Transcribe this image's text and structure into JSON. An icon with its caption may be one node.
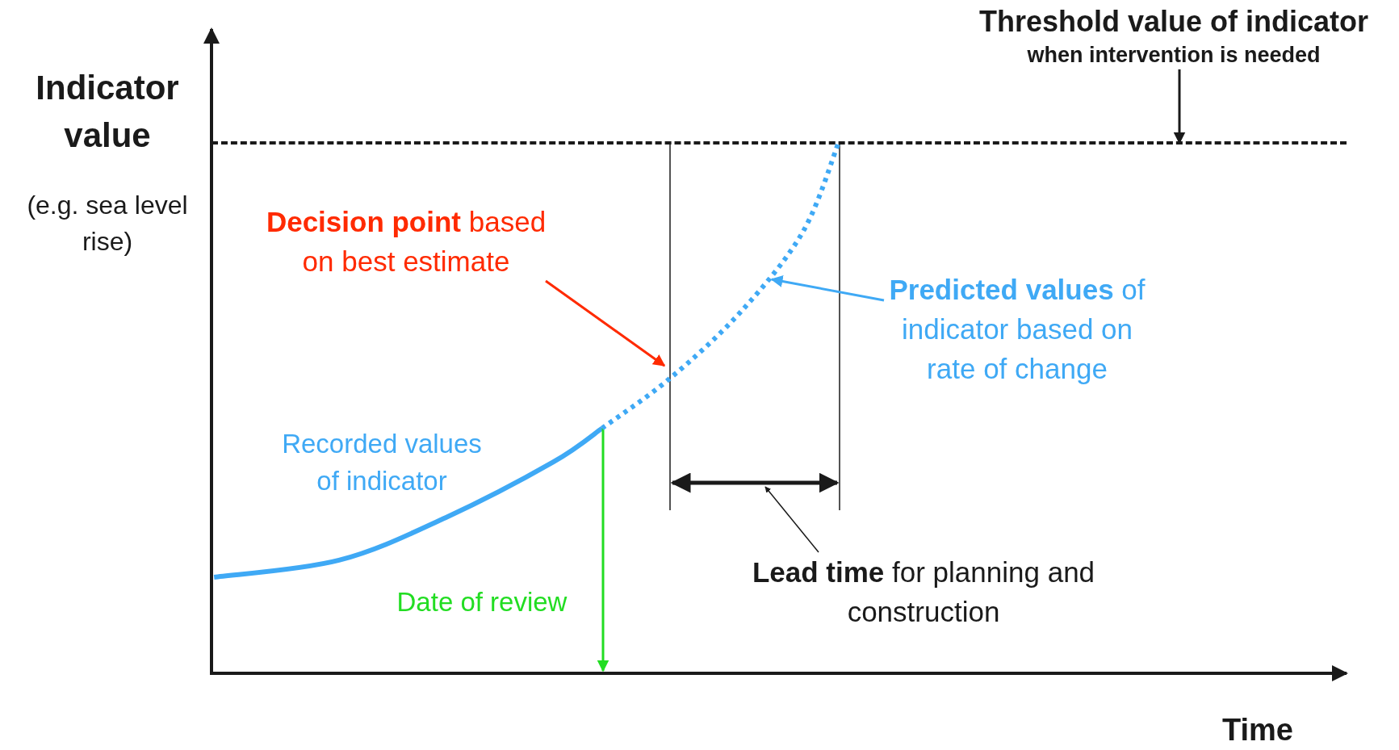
{
  "diagram": {
    "nodes": [
      {
        "text": [
          "Threshold value of indicator",
          "when intervention is needed"
        ]
      },
      {
        "text": [],
        "shape": "line"
      },
      {
        "text": [
          "**Decision point** based on best estimate"
        ]
      },
      {
        "text": [
          "**Predicted values** of indicator based on rate of change"
        ]
      },
      {
        "text": [
          "**Lead time** for planning and construction"
        ]
      },
      {
        "text": [],
        "shape": "line"
      }
    ],
    "edges": [
      {
        "from": 0,
        "to": 1,
        "arrow": "to"
      },
      {
        "from": 2,
        "to": 5,
        "arrow": "to",
        "color": "#ff2a00"
      },
      {
        "from": 3,
        "to": 5,
        "arrow": "to",
        "color": "#3fa9f5"
      },
      {
        "from": 4,
        "to": null,
        "arrow": "to"
      }
    ],
    "labels": [
      "Indicator value",
      "(e.g. sea level rise)",
      "Recorded values of indicator",
      "Date of review",
      "Time"
    ]
  }
}
